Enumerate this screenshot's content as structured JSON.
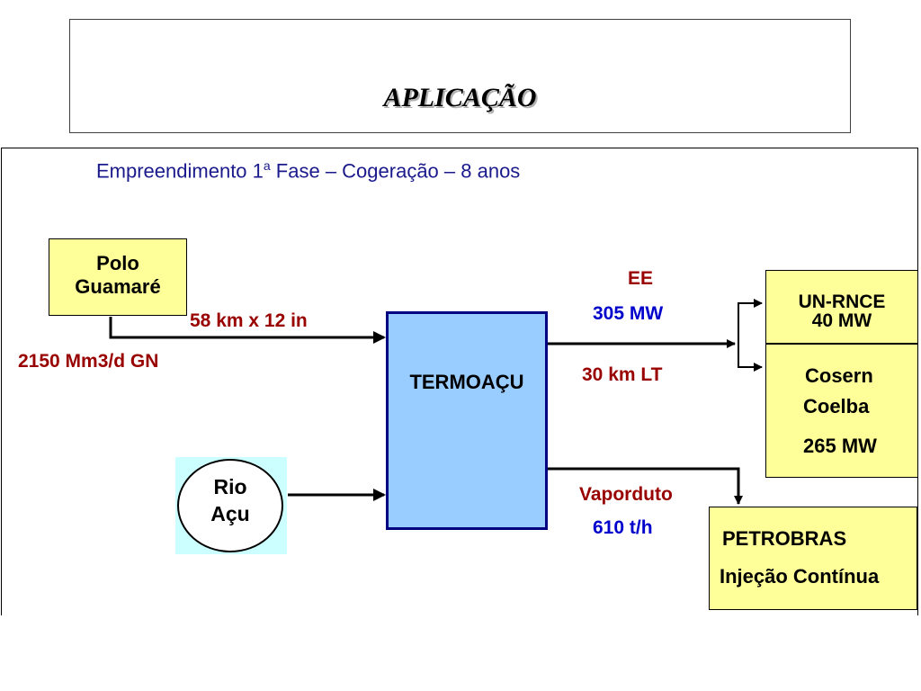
{
  "title": "APLICAÇÃO",
  "subtitle": {
    "main": "Empreendimento 1",
    "sup": "a",
    "rest": " Fase – Cogeração – 8 anos"
  },
  "nodes": {
    "polo": {
      "line1": "Polo",
      "line2": "Guamaré"
    },
    "termoacu": "TERMOAÇU",
    "rio": {
      "line1": "Rio",
      "line2": "Açu"
    },
    "unrnce": {
      "line1": "UN-RNCE",
      "line2": "40 MW"
    },
    "cosern": {
      "line1": "Cosern",
      "line2": "Coelba",
      "line3": "265 MW"
    },
    "petrobras": {
      "line1": "PETROBRAS",
      "line2": "Injeção Contínua"
    }
  },
  "labels": {
    "pipeline": "58 km x 12 in",
    "gas_flow": "2150 Mm3/d GN",
    "ee": "EE",
    "ee_power": "305 MW",
    "line": "30 km LT",
    "vapor": "Vaporduto",
    "vapor_flow": "610 t/h"
  },
  "colors": {
    "box_fill": "#ffff99",
    "termo_fill": "#99ccff",
    "termo_border": "#000080",
    "rio_bg": "#ccffff",
    "red_text": "#990000",
    "blue_text": "#0000cc"
  }
}
